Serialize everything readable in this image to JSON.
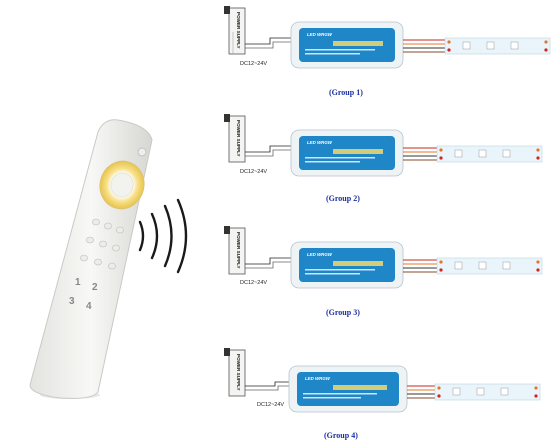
{
  "groups": [
    {
      "label": "(Group 1)",
      "supply_label": "POWER SUPPLY",
      "voltage": "DC12~24V",
      "controller_brand": "LED WRGW"
    },
    {
      "label": "(Group 2)",
      "supply_label": "POWER SUPPLY",
      "voltage": "DC12~24V",
      "controller_brand": "LED WRGW"
    },
    {
      "label": "(Group 3)",
      "supply_label": "POWER SUPPLY",
      "voltage": "DC12~24V",
      "controller_brand": "LED WRGW"
    },
    {
      "label": "(Group 4)",
      "supply_label": "POWER SUPPLY",
      "voltage": "DC12~24V",
      "controller_brand": "LED WRGW"
    }
  ],
  "remote": {
    "keys": [
      "1",
      "2",
      "3",
      "4"
    ]
  },
  "colors": {
    "controller_body": "#1f86c7",
    "controller_case": "#eef3f6",
    "strip": "#eaf5fb",
    "wire_red": "#d0261f",
    "wire_orange": "#e07a2a",
    "label_blue": "#1a2fa0",
    "dial_yellow": "#f3d86a"
  }
}
